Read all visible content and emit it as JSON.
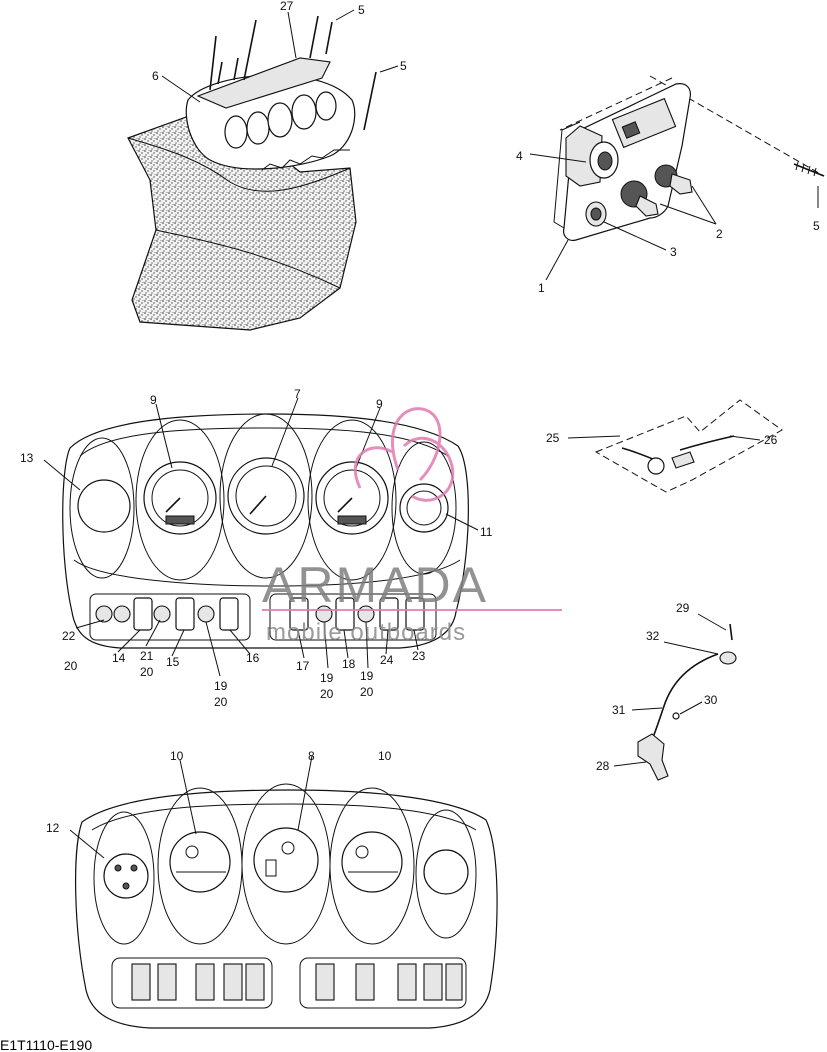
{
  "watermark": {
    "brand": "ARMADA",
    "tagline": "mobile outboards",
    "accent_color": "#e07bb0"
  },
  "diagram_code": "E1T1110-E190",
  "callouts": {
    "n1": "1",
    "n2": "2",
    "n3": "3",
    "n4": "4",
    "n5": "5",
    "n6": "6",
    "n7": "7",
    "n8": "8",
    "n9": "9",
    "n10": "10",
    "n11": "11",
    "n12": "12",
    "n13": "13",
    "n14": "14",
    "n15": "15",
    "n16": "16",
    "n17": "17",
    "n18": "18",
    "n19": "19",
    "n20": "20",
    "n21": "21",
    "n22": "22",
    "n23": "23",
    "n24": "24",
    "n25": "25",
    "n26": "26",
    "n27": "27",
    "n28": "28",
    "n29": "29",
    "n30": "30",
    "n31": "31",
    "n32": "32"
  }
}
